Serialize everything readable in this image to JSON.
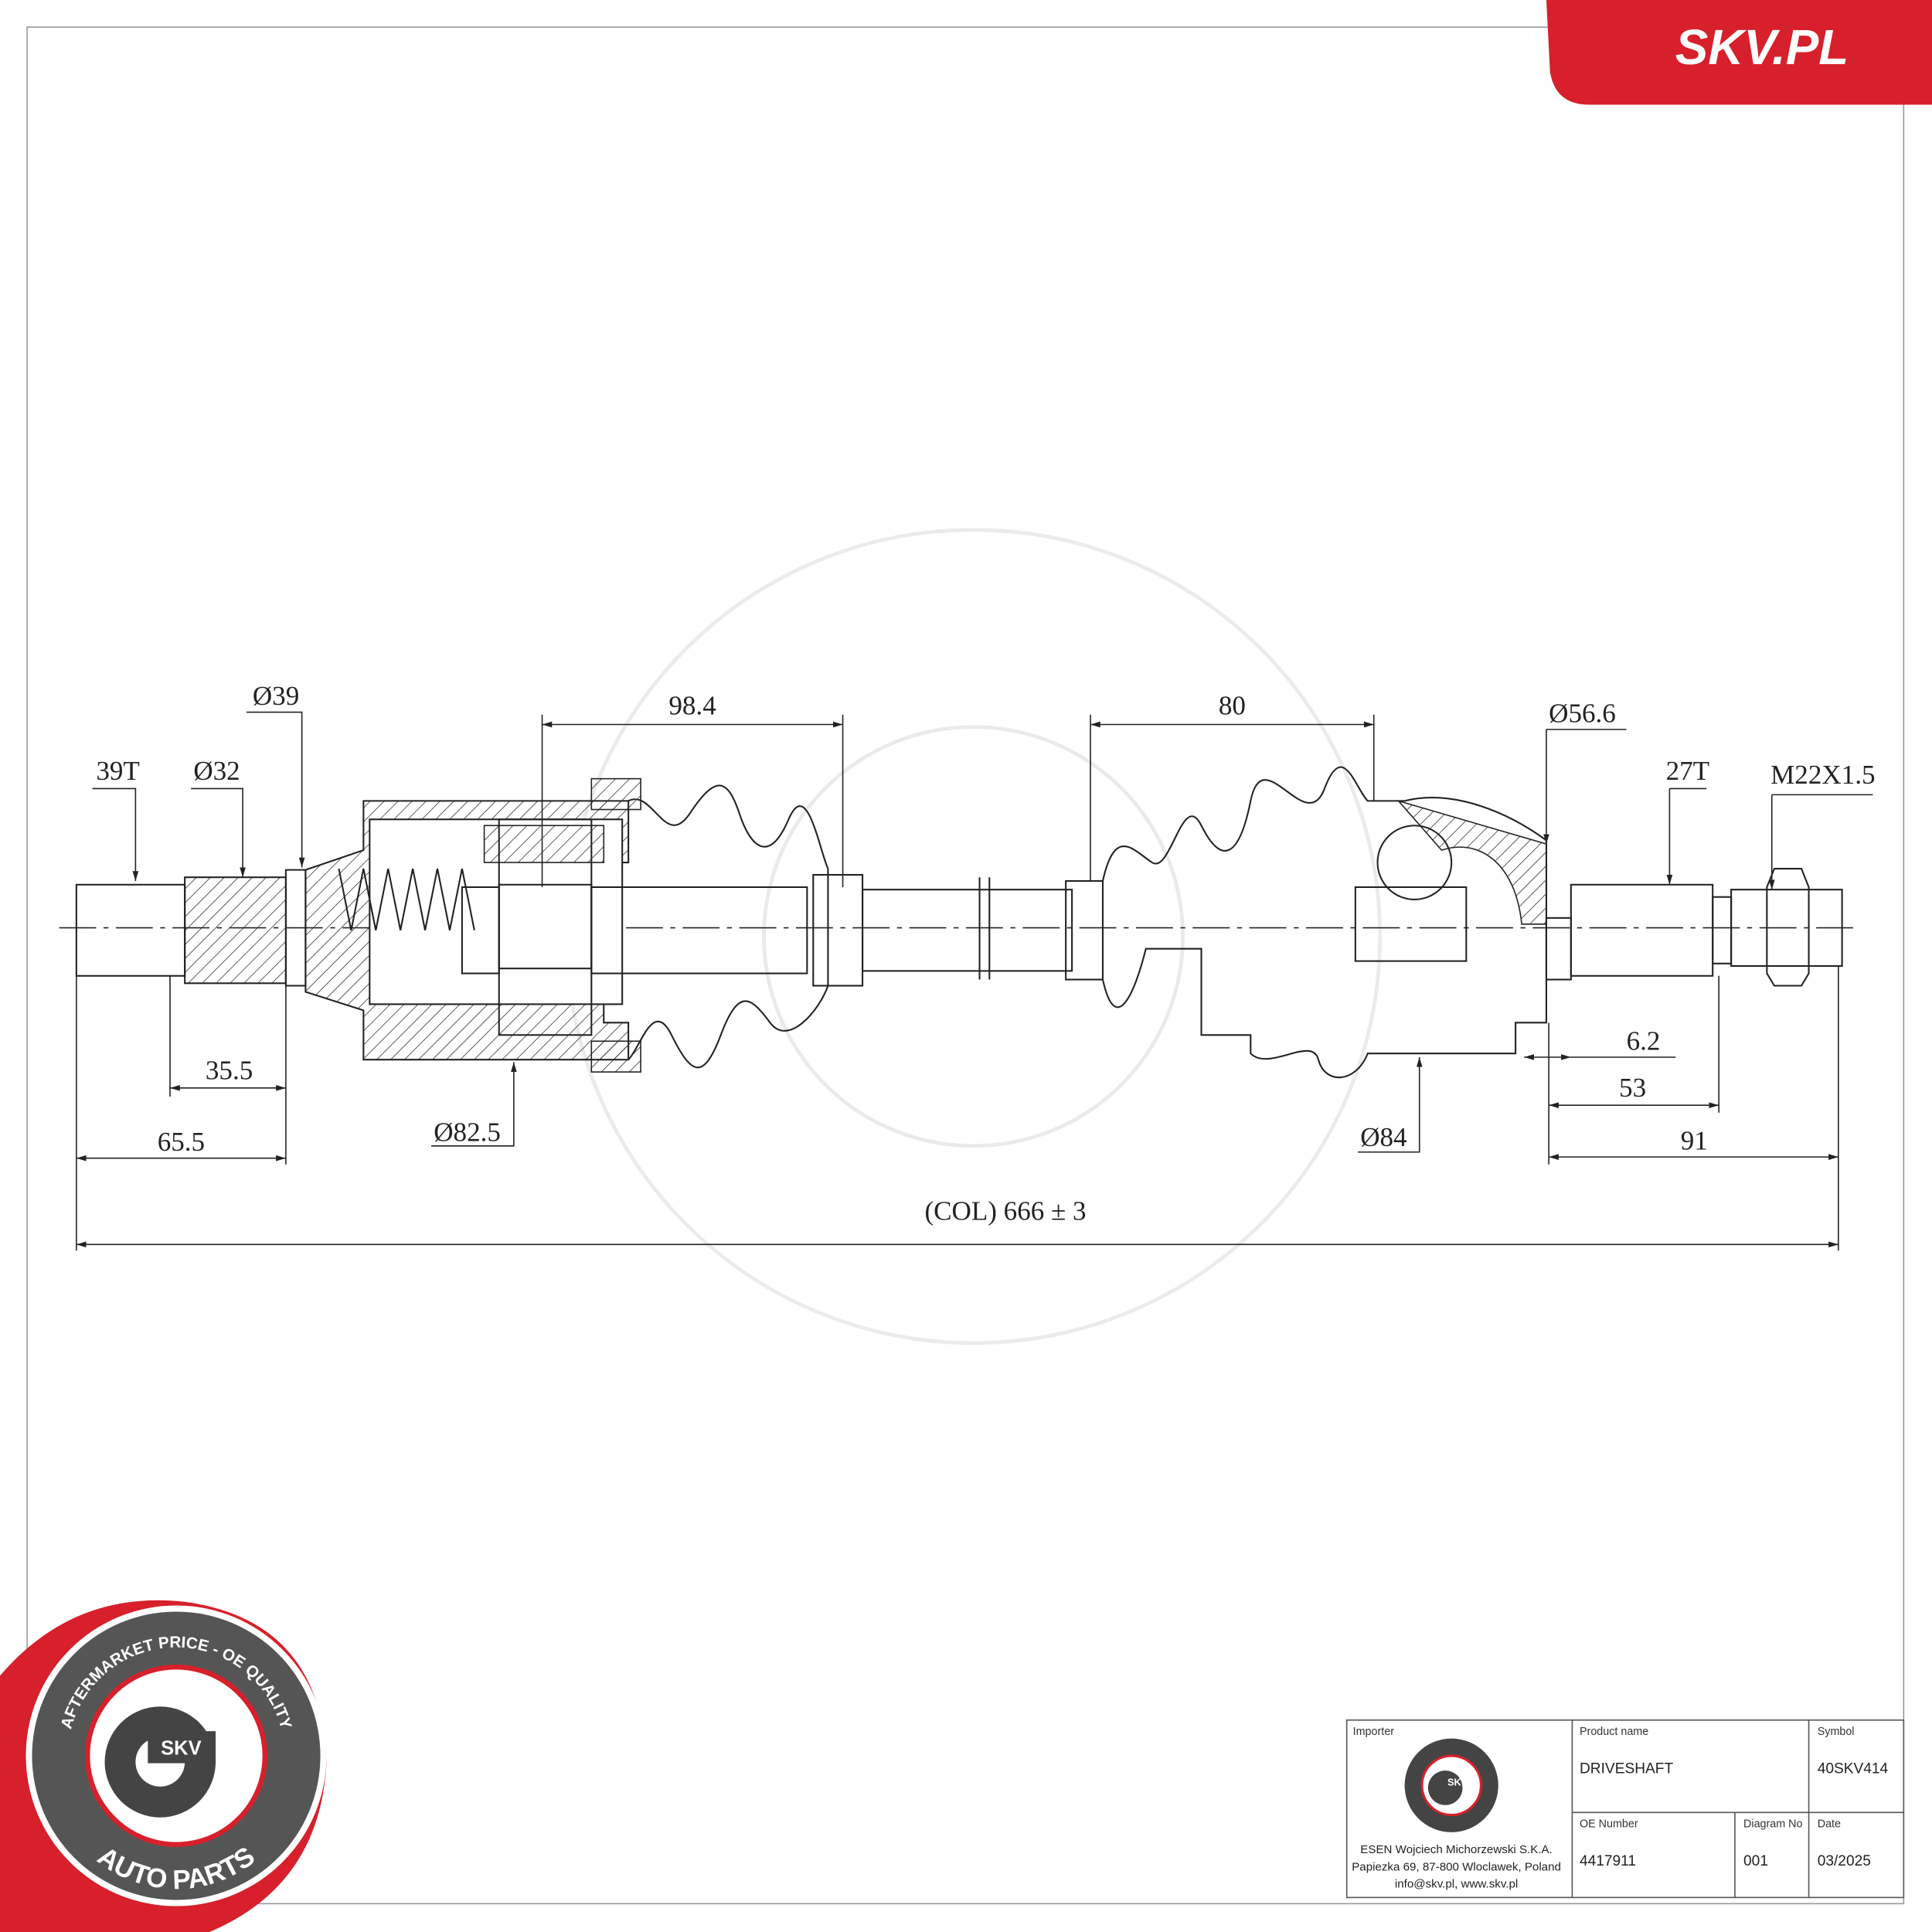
{
  "brand": {
    "corner_logo": "SKV.PL",
    "accent_color": "#d7202b"
  },
  "stamp": {
    "top_text": "AFTERMARKET PRICE - OE QUALITY",
    "bottom_text": "AUTO PARTS",
    "center_text": "SKV"
  },
  "dimensions": {
    "spline_left": "39T",
    "dia_32": "Ø32",
    "dia_39": "Ø39",
    "len_98_4": "98.4",
    "len_80": "80",
    "dia_56_6": "Ø56.6",
    "spline_right": "27T",
    "thread": "M22X1.5",
    "len_35_5": "35.5",
    "len_65_5": "65.5",
    "dia_82_5": "Ø82.5",
    "dia_84": "Ø84",
    "len_6_2": "6.2",
    "len_53": "53",
    "len_91": "91",
    "total_length": "(COL) 666 ± 3"
  },
  "title_block": {
    "importer_label": "Importer",
    "importer_line1": "ESEN Wojciech Michorzewski S.K.A.",
    "importer_line2": "Papiezka 69, 87-800 Wloclawek,  Poland",
    "importer_line3": "info@skv.pl, www.skv.pl",
    "product_name_label": "Product name",
    "product_name": "DRIVESHAFT",
    "symbol_label": "Symbol",
    "symbol": "40SKV414",
    "oe_label": "OE Number",
    "oe_number": "4417911",
    "diagram_label": "Diagram No",
    "diagram_no": "001",
    "date_label": "Date",
    "date": "03/2025"
  }
}
